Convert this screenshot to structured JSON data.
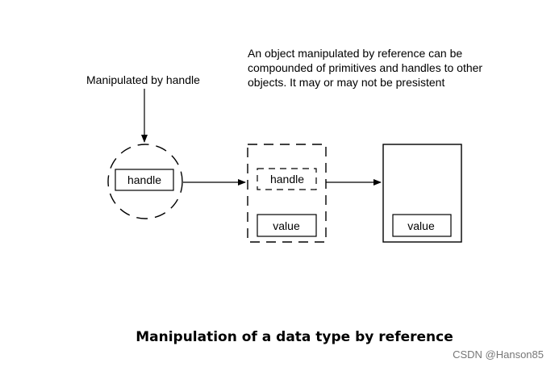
{
  "diagram": {
    "callout_label": "Manipulated by handle",
    "annotation": "An object manipulated by reference can be compounded of primitives and handles to other objects. It may or may not be presistent",
    "circle_handle_label": "handle",
    "dashed_box": {
      "handle_label": "handle",
      "value_label": "value"
    },
    "solid_box": {
      "value_label": "value"
    },
    "caption": "Manipulation of a data type by reference"
  },
  "watermark": "CSDN @Hanson85"
}
